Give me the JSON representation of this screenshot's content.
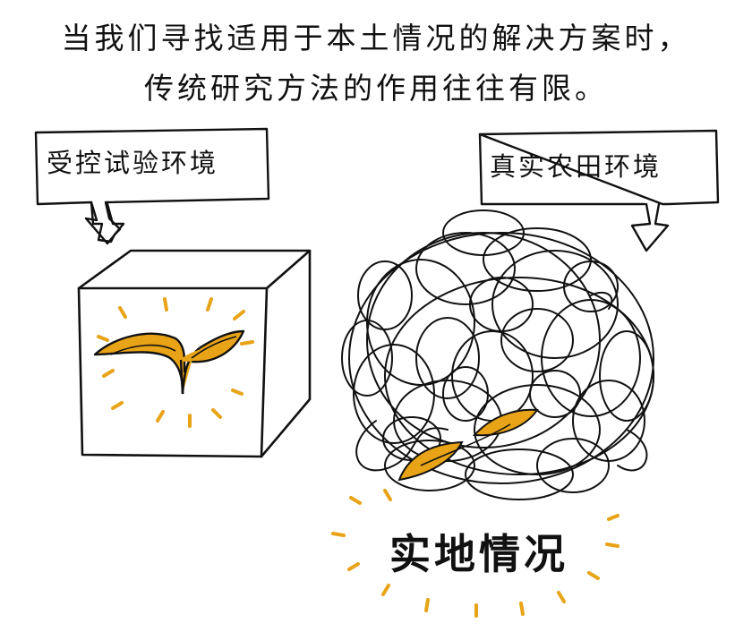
{
  "title": {
    "line1": "当我们寻找适用于本土情况的解决方案时，",
    "line2": "传统研究方法的作用往往有限。"
  },
  "left_callout": {
    "label": "受控试验环境"
  },
  "right_callout": {
    "label": "真实农田环境"
  },
  "field_label": "实地情况",
  "colors": {
    "ink": "#111111",
    "leaf": "#E8A317",
    "ray": "#E8A317",
    "background": "#FFFFFF"
  }
}
